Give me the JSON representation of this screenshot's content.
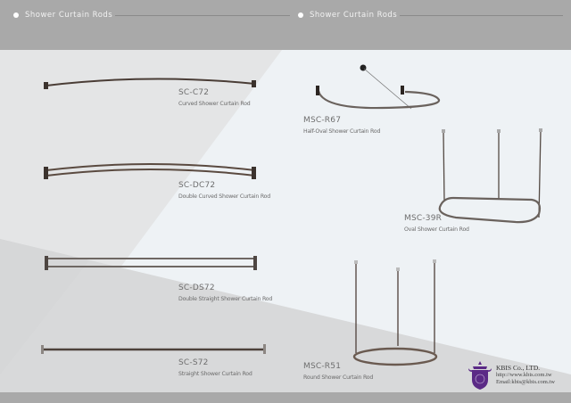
{
  "page": {
    "background": {
      "header": "#a9a9a9",
      "panel_left": "#e4e5e6",
      "panel_lower": "#d8d9da",
      "panel_main": "#eef2f5"
    }
  },
  "sections": [
    {
      "title": "Shower Curtain Rods"
    },
    {
      "title": "Shower Curtain Rods"
    }
  ],
  "products_left": [
    {
      "code": "SC-C72",
      "name": "Curved Shower Curtain Rod"
    },
    {
      "code": "SC-DC72",
      "name": "Double Curved Shower Curtain Rod"
    },
    {
      "code": "SC-DS72",
      "name": "Double Straight Shower Curtain Rod"
    },
    {
      "code": "SC-S72",
      "name": "Straight Shower Curtain Rod"
    }
  ],
  "products_right": [
    {
      "code": "MSC-R67",
      "name": "Half-Oval Shower Curtain Rod"
    },
    {
      "code": "MSC-39R",
      "name": "Oval Shower Curtain Rod"
    },
    {
      "code": "MSC-R51",
      "name": "Round Shower Curtain Rod"
    }
  ],
  "company": {
    "name": "KBIS Co., LTD.",
    "website": "http://www.kbis.com.tw",
    "email": "Email:kbis@kbis.com.tw",
    "logo_color": "#5b2a86",
    "logo_icon": "crest-icon"
  }
}
